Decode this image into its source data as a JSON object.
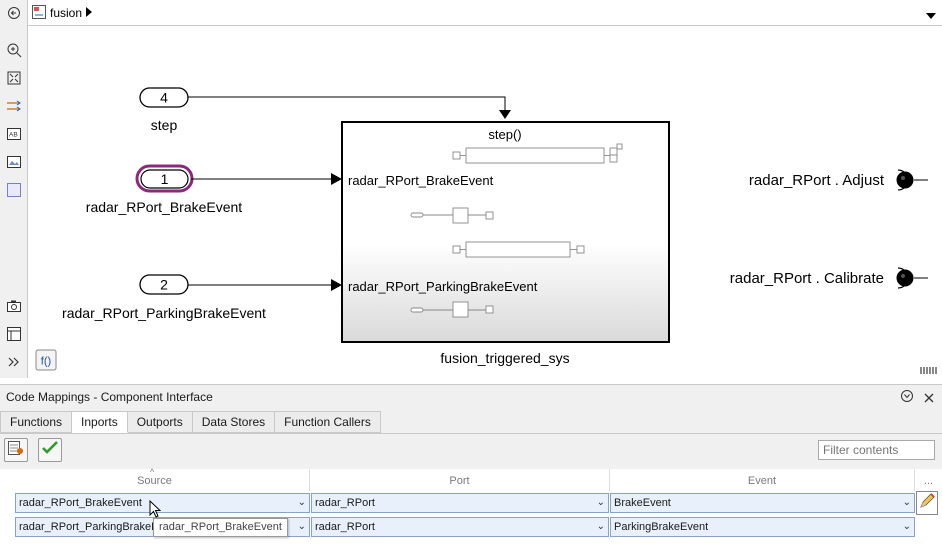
{
  "breadcrumb": {
    "model_name": "fusion"
  },
  "canvas": {
    "inports": [
      {
        "number": "4",
        "label": "step"
      },
      {
        "number": "1",
        "label": "radar_RPort_BrakeEvent"
      },
      {
        "number": "2",
        "label": "radar_RPort_ParkingBrakeEvent"
      }
    ],
    "subsystem": {
      "name": "fusion_triggered_sys",
      "trigger_label": "step()",
      "port_labels": [
        "radar_RPort_BrakeEvent",
        "radar_RPort_ParkingBrakeEvent"
      ]
    },
    "outports": [
      {
        "label": "radar_RPort . Adjust"
      },
      {
        "label": "radar_RPort . Calibrate"
      }
    ],
    "fx_button": "f()"
  },
  "panel": {
    "title": "Code Mappings - Component Interface",
    "tabs": [
      "Functions",
      "Inports",
      "Outports",
      "Data Stores",
      "Function Callers"
    ],
    "active_tab": "Inports",
    "filter_placeholder": "Filter contents",
    "columns": [
      "Source",
      "Port",
      "Event",
      "..."
    ],
    "rows": [
      {
        "source": "radar_RPort_BrakeEvent",
        "port": "radar_RPort",
        "event": "BrakeEvent"
      },
      {
        "source": "radar_RPort_ParkingBrakeEvent",
        "port": "radar_RPort",
        "event": "ParkingBrakeEvent"
      }
    ],
    "tooltip": "radar_RPort_BrakeEvent"
  },
  "colors": {
    "selection_highlight": "#8b2a7a",
    "grid_cell_bg": "#e8f1fb",
    "grid_cell_border": "#8aa1c9"
  }
}
